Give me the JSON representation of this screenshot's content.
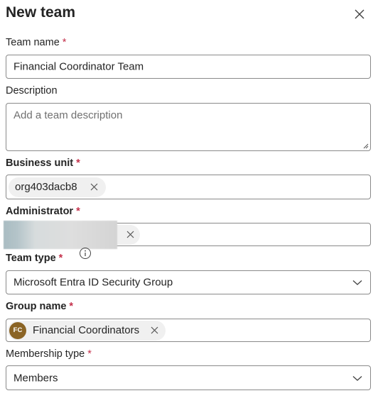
{
  "header": {
    "title": "New team"
  },
  "fields": {
    "team_name": {
      "label": "Team name",
      "required_mark": "*",
      "value": "Financial Coordinator Team"
    },
    "description": {
      "label": "Description",
      "placeholder": "Add a team description"
    },
    "business_unit": {
      "label": "Business unit",
      "required_mark": "*",
      "chip": "org403dacb8"
    },
    "administrator": {
      "label": "Administrator",
      "required_mark": "*"
    },
    "team_type": {
      "label": "Team type",
      "required_mark": "*",
      "value": "Microsoft Entra ID Security Group"
    },
    "group_name": {
      "label": "Group name",
      "required_mark": "*",
      "chip_initials": "FC",
      "chip": "Financial Coordinators"
    },
    "membership_type": {
      "label": "Membership type",
      "required_mark": "*",
      "value": "Members"
    }
  },
  "icons": {
    "close": "close-icon",
    "remove": "dismiss-icon",
    "info": "info-icon",
    "dropdown": "chevron-down-icon",
    "resize": "resize-grip-icon"
  },
  "colors": {
    "required": "#c4314b",
    "border": "#8a8a8a",
    "chip_bg": "#f0f0f0",
    "avatar_bg": "#8b6425"
  }
}
